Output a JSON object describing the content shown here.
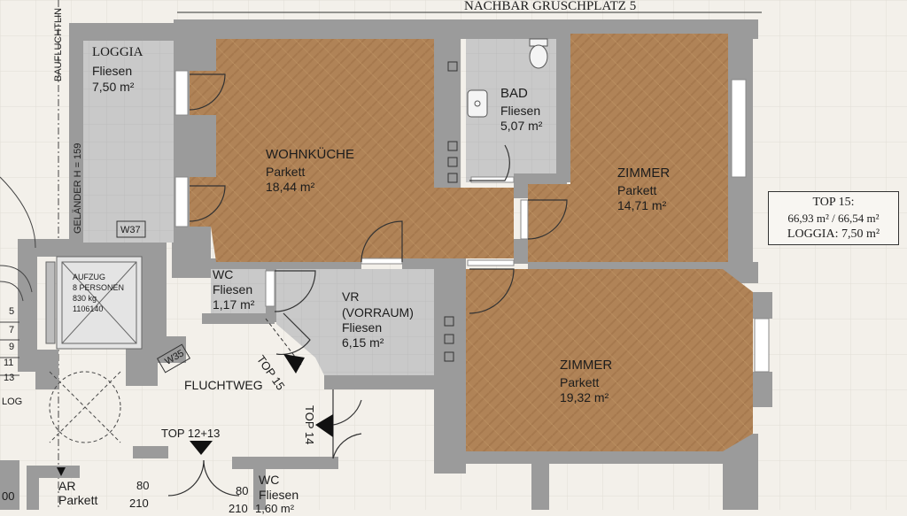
{
  "header": {
    "neighbor_label": "NACHBAR GRUSCHPLATZ 5"
  },
  "rooms": {
    "loggia": {
      "name": "LOGGIA",
      "floor": "Fliesen",
      "area": "7,50 m²"
    },
    "wohnkueche": {
      "name": "WOHNKÜCHE",
      "floor": "Parkett",
      "area": "18,44 m²"
    },
    "bad": {
      "name": "BAD",
      "floor": "Fliesen",
      "area": "5,07 m²"
    },
    "zimmer1": {
      "name": "ZIMMER",
      "floor": "Parkett",
      "area": "14,71 m²"
    },
    "wc": {
      "name": "WC",
      "floor": "Fliesen",
      "area": "1,17 m²"
    },
    "vorraum": {
      "name": "VR",
      "subname": "(VORRAUM)",
      "floor": "Fliesen",
      "area": "6,15 m²"
    },
    "zimmer2": {
      "name": "ZIMMER",
      "floor": "Parkett",
      "area": "19,32 m²"
    },
    "ar": {
      "name": "AR",
      "floor": "Parkett"
    },
    "wc_bottom": {
      "name": "WC",
      "floor": "Fliesen"
    }
  },
  "summary": {
    "line1": "TOP 15:",
    "line2": "66,93 m² / 66,54 m²",
    "line3": "LOGGIA: 7,50 m²"
  },
  "annotations": {
    "baufluchtlinie": "BAUFLUCHTLIN",
    "gelaender": "GELÄNDER H = 159",
    "w37": "W37",
    "w35": "W35",
    "aufzug": [
      "AUFZUG",
      "8 PERSONEN",
      "830 kg",
      "1106140"
    ],
    "fluchtweg": "FLUCHTWEG",
    "top15": "TOP 15",
    "top14": "TOP 14",
    "top12_13": "TOP 12+13",
    "log": "LOG",
    "dim_80a": "80",
    "dim_210a": "210",
    "dim_80b": "80",
    "dim_210b": "210",
    "dim_160": "1,60 m²",
    "stair_numbers": [
      "5",
      "7",
      "9",
      "11",
      "13"
    ],
    "stair_bottom": "00"
  },
  "colors": {
    "wall": "#9b9b9b",
    "parquet": "#b08357",
    "tile": "#c9c9c9",
    "paper": "#f3f0ea"
  }
}
